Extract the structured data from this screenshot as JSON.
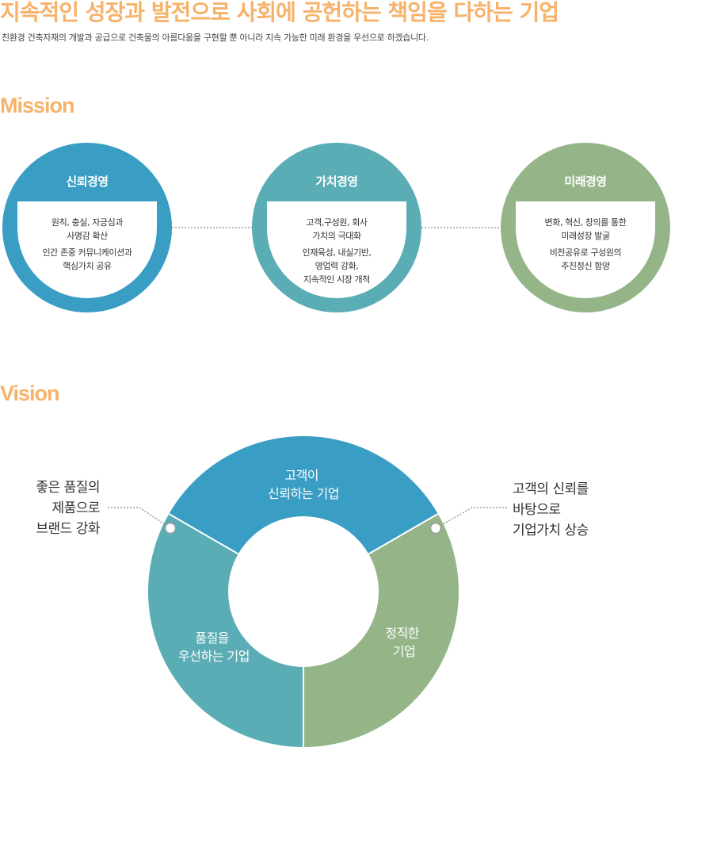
{
  "header": {
    "headline": "지속적인 성장과 발전으로 사회에 공헌하는 책임을 다하는 기업",
    "subtitle": "친환경 건축자재의 개발과 공급으로 건축물의 아름다움을 구현할 뿐 아니라 지속 가능한 미래 환경을 우선으로 하겠습니다."
  },
  "mission": {
    "title": "Mission",
    "cards": [
      {
        "title": "신뢰경영",
        "color": "#3a9dc4",
        "lines": [
          "원칙, 충실, 자긍심과\n사명감 확산",
          "인간 존중 커뮤니케이션과\n핵심가치 공유"
        ]
      },
      {
        "title": "가치경영",
        "color": "#5badb5",
        "lines": [
          "고객,구성원, 회사\n가치의 극대화",
          "인재육성, 내실기반,\n영업력 강화,\n지속적인 시장 개척"
        ]
      },
      {
        "title": "미래경영",
        "color": "#95b589",
        "lines": [
          "변화, 혁신, 창의를 통한\n미래성장 발굴",
          "비전공유로 구성원의\n추진정신 함양"
        ]
      }
    ]
  },
  "vision": {
    "title": "Vision",
    "segments": [
      {
        "label": [
          "고객이",
          "신뢰하는 기업"
        ],
        "color": "#3a9dc4"
      },
      {
        "label": [
          "정직한",
          "기업"
        ],
        "color": "#95b589"
      },
      {
        "label": [
          "품질을",
          "우선하는 기업"
        ],
        "color": "#5badb5"
      }
    ],
    "left_note": "좋은 품질의\n제품으로\n브랜드 강화",
    "right_note": "고객의 신뢰를\n바탕으로\n기업가치 상승",
    "leader_color": "#999999"
  }
}
